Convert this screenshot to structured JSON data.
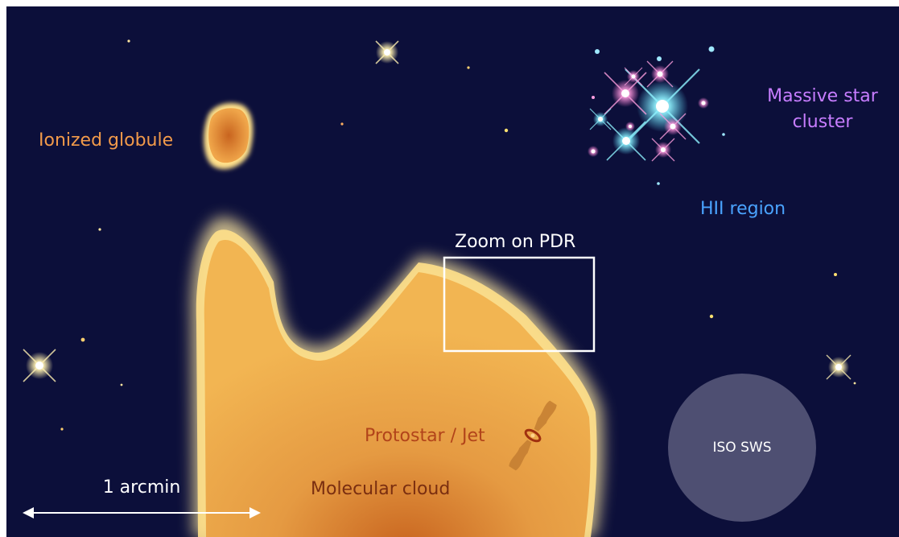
{
  "labels": {
    "ionized_globule": "Ionized globule",
    "massive_star_cluster_line1": "Massive star",
    "massive_star_cluster_line2": "cluster",
    "hii_region": "HII region",
    "zoom_on_pdr": "Zoom on PDR",
    "protostar_jet": "Protostar / Jet",
    "molecular_cloud": "Molecular cloud",
    "iso_sws": "ISO SWS",
    "scale_bar": "1 arcmin"
  },
  "colors": {
    "sky": "#0c0f3a",
    "cloud": "#f0b24c",
    "cloud_core": "#c8641f",
    "cloud_rim": "#ffe9a0",
    "globule_label": "#f29a4a",
    "cluster_label": "#c77dff",
    "hii_label": "#4aa3ff",
    "protostar_label": "#b2441a",
    "molecular_label": "#7a2e10",
    "iso_disk": "#4e4f72",
    "zoom_box": "#ffffff"
  },
  "icons": {
    "cluster": "star-cluster-icon",
    "protostar": "protostar-jet-icon",
    "scale": "double-arrow-icon"
  }
}
